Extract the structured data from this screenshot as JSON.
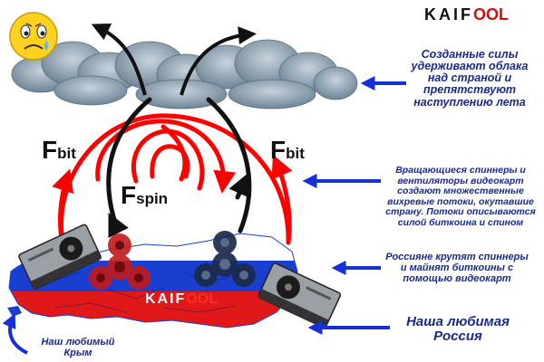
{
  "brand": {
    "text": "KAIF",
    "suffix": "OOL"
  },
  "flag_brand": {
    "text": "KAIF",
    "suffix": "OOL"
  },
  "force_labels": {
    "left": {
      "main": "F",
      "sub": "bit"
    },
    "right": {
      "main": "F",
      "sub": "bit"
    },
    "center": {
      "main": "F",
      "sub": "spin"
    }
  },
  "notes": {
    "clouds": "Созданные силы удерживают облака над страной и препятствуют наступлению лета",
    "vortex": "Вращающиеся спиннеры и вентиляторы видеокарт создают множественные вихревые потоки, окутавшие страну. Потоки описываются силой биткоина и спином",
    "miners": "Россияне крутят спиннеры и майнят биткоины с помощью видеокарт",
    "russia": "Наша любимая Россия",
    "crimea": "Наш любимый Крым"
  },
  "icons": {
    "emoji": "sad-face-icon",
    "cloud": "cloud-icon",
    "gpu": "graphics-card-icon",
    "spinner": "fidget-spinner-icon"
  },
  "colors": {
    "note_text": "#1a2a8a",
    "arrow_blue": "#1530d8",
    "force_red": "#ff0000",
    "force_black": "#111111",
    "flag_white": "#ffffff",
    "flag_blue": "#1a3fd0",
    "flag_red": "#e01818",
    "cloud": "#8fa3b3",
    "emoji": "#ffd21f"
  }
}
